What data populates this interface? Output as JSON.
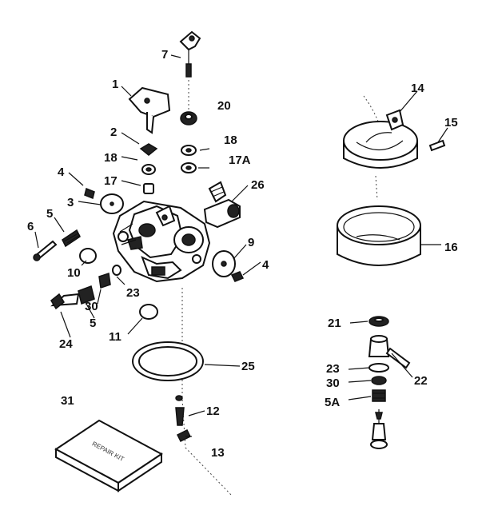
{
  "callouts": {
    "p1": "1",
    "p2": "2",
    "p3": "3",
    "p4a": "4",
    "p4b": "4",
    "p5a": "5",
    "p5b": "5",
    "p5A": "5A",
    "p6": "6",
    "p7": "7",
    "p9": "9",
    "p10": "10",
    "p11": "11",
    "p12": "12",
    "p13": "13",
    "p14": "14",
    "p15": "15",
    "p16": "16",
    "p17": "17",
    "p17A": "17A",
    "p18a": "18",
    "p18b": "18",
    "p20": "20",
    "p21": "21",
    "p22": "22",
    "p23a": "23",
    "p23b": "23",
    "p24": "24",
    "p25": "25",
    "p26": "26",
    "p30a": "30",
    "p30b": "30",
    "p31": "31"
  },
  "repair_kit_text": "REPAIR KIT"
}
